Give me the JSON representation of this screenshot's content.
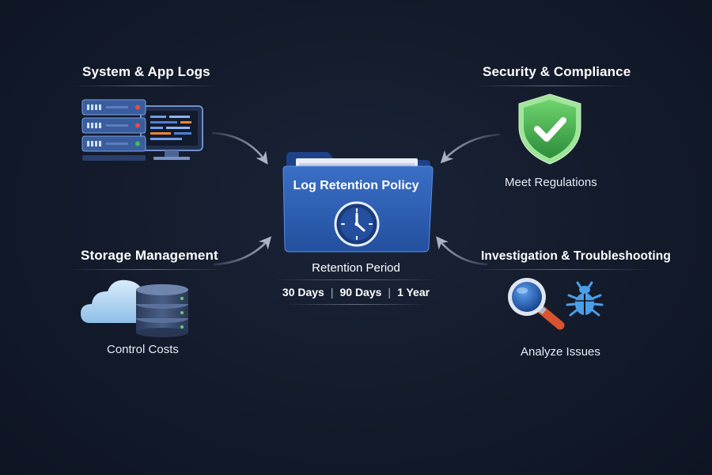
{
  "center": {
    "title": "Log Retention Policy",
    "retention_label": "Retention Period",
    "periods": [
      "30 Days",
      "90 Days",
      "1 Year"
    ],
    "separator": "|",
    "icon": "clock-icon"
  },
  "nodes": {
    "system_logs": {
      "heading": "System & App Logs",
      "icon": "server-monitor-icon"
    },
    "security": {
      "heading": "Security & Compliance",
      "caption": "Meet Regulations",
      "icon": "shield-check-icon"
    },
    "storage": {
      "heading": "Storage Management",
      "caption": "Control Costs",
      "icon": "cloud-database-icon"
    },
    "investigation": {
      "heading": "Investigation & Troubleshooting",
      "caption": "Analyze Issues",
      "icons": [
        "magnifier-icon",
        "bug-icon"
      ]
    }
  },
  "colors": {
    "background": "#141c2d",
    "folder_blue": "#2f5fb3",
    "shield_green": "#3fae4f",
    "arrow": "#a9b4c6"
  }
}
